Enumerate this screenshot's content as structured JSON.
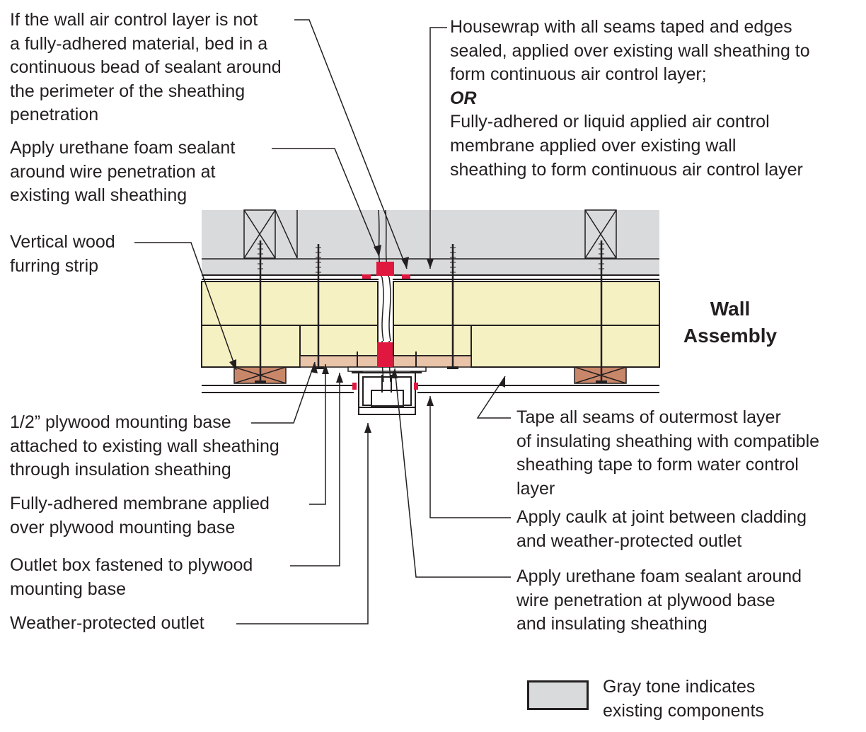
{
  "title": [
    "Wall",
    "Assembly"
  ],
  "callouts": {
    "air_control_sealant": [
      "If the wall air control layer is not",
      "a fully-adhered material, bed in a",
      "continuous bead of sealant around",
      "the perimeter of the sheathing",
      "penetration"
    ],
    "foam_sheathing": [
      "Apply urethane foam sealant",
      "around wire penetration at",
      "existing wall sheathing"
    ],
    "furring_strip": [
      "Vertical wood",
      "furring strip"
    ],
    "plywood_base": [
      "1/2” plywood mounting base",
      "attached to existing wall sheathing",
      "through insulation sheathing"
    ],
    "membrane": [
      "Fully-adhered membrane applied",
      "over plywood mounting base"
    ],
    "outlet_box": [
      "Outlet box fastened to plywood",
      "mounting base"
    ],
    "outlet": [
      "Weather-protected outlet"
    ],
    "housewrap": [
      "Housewrap with all seams taped and edges",
      "sealed, applied over existing wall sheathing to",
      "form continuous air control layer;",
      "OR",
      "Fully-adhered or liquid applied air control",
      "membrane applied over existing wall",
      "sheathing to form continuous air control layer"
    ],
    "tape_seams": [
      "Tape all seams of outermost layer",
      "of insulating sheathing with compatible",
      "sheathing tape to form water control",
      "layer"
    ],
    "caulk": [
      "Apply caulk at joint between cladding",
      "and weather-protected outlet"
    ],
    "foam_plywood": [
      "Apply urethane foam sealant around",
      "wire penetration at plywood base",
      "and insulating sheathing"
    ]
  },
  "legend": [
    "Gray tone indicates",
    "existing components"
  ],
  "colors": {
    "existing_gray": "#d9dadb",
    "insulation": "#f6f1c2",
    "plywood": "#e9c4a8",
    "furring_wood": "#c9876a",
    "sealant_red": "#e0173f",
    "ink": "#231f20"
  }
}
